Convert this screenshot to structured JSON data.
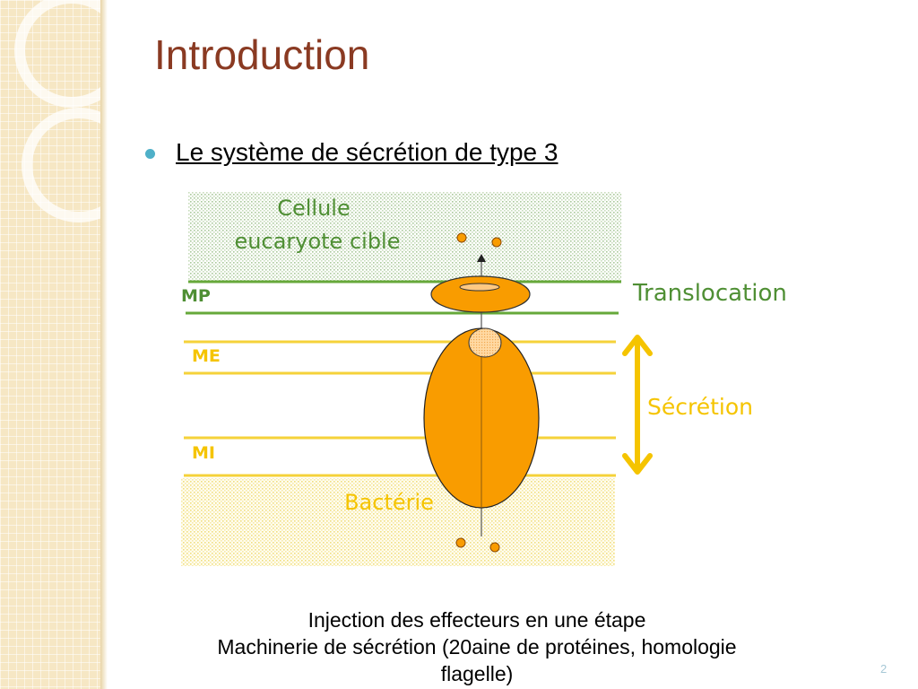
{
  "slide": {
    "title": "Introduction",
    "bullet": "Le système de sécrétion de type 3",
    "page_number": "2"
  },
  "diagram": {
    "cell_label_line1": "Cellule",
    "cell_label_line2": "eucaryote cible",
    "membrane_mp": "MP",
    "membrane_me": "ME",
    "membrane_mi": "MI",
    "bacteria_label": "Bactérie",
    "translocation_label": "Translocation",
    "secretion_label": "Sécrétion",
    "colors": {
      "mp_green": "#66a83a",
      "membrane_yellow": "#f5d23a",
      "orange": "#f99c00",
      "orange_light": "#ffc982",
      "label_green": "#4f8f34",
      "label_yellow": "#f5c400"
    }
  },
  "caption": {
    "line1": "Injection des effecteurs en une étape",
    "line2": "Machinerie de sécrétion (20aine de protéines, homologie",
    "line3": "flagelle)"
  }
}
